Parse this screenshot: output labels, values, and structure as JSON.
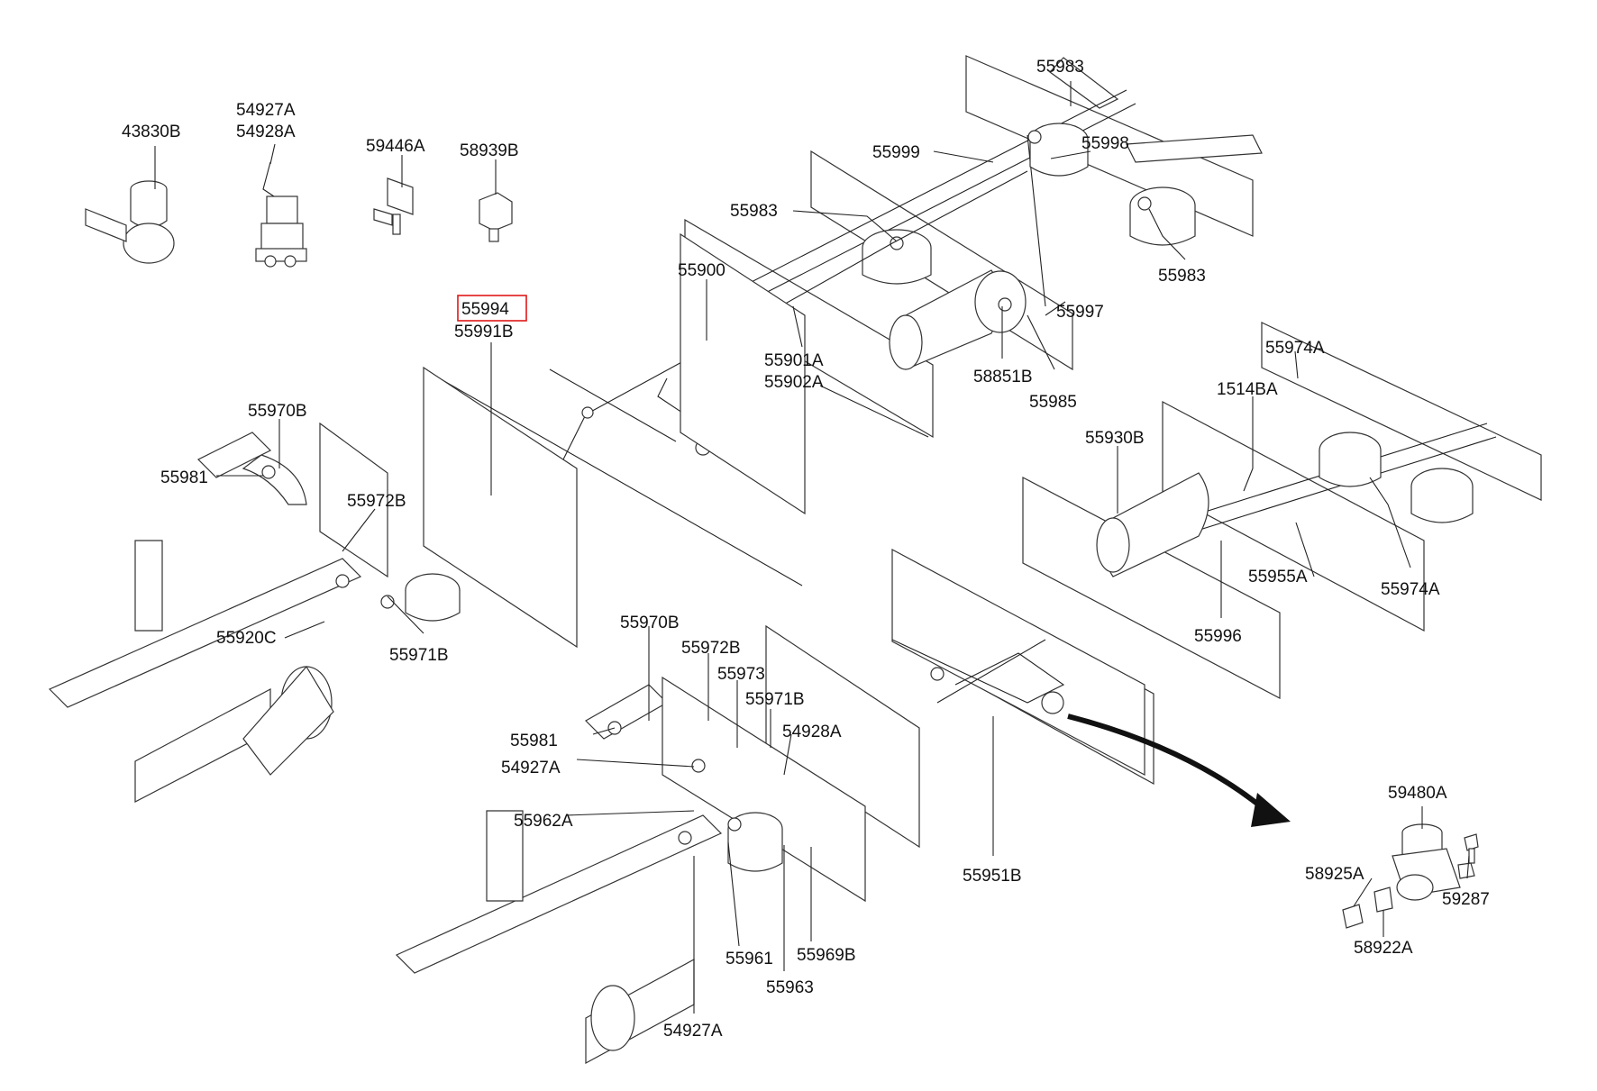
{
  "parts": [
    {
      "id": "p43830B",
      "label": "43830B"
    },
    {
      "id": "p54927A_top",
      "label": "54927A"
    },
    {
      "id": "p54928A_top",
      "label": "54928A"
    },
    {
      "id": "p59446A",
      "label": "59446A"
    },
    {
      "id": "p58939B",
      "label": "58939B"
    },
    {
      "id": "p55994",
      "label": "55994",
      "highlighted": true
    },
    {
      "id": "p55991B",
      "label": "55991B"
    },
    {
      "id": "p55983_a",
      "label": "55983"
    },
    {
      "id": "p55999",
      "label": "55999"
    },
    {
      "id": "p55998",
      "label": "55998"
    },
    {
      "id": "p55983_b",
      "label": "55983"
    },
    {
      "id": "p55983_c",
      "label": "55983"
    },
    {
      "id": "p55900",
      "label": "55900"
    },
    {
      "id": "p55997",
      "label": "55997"
    },
    {
      "id": "p55901A",
      "label": "55901A"
    },
    {
      "id": "p55902A",
      "label": "55902A"
    },
    {
      "id": "p58851B",
      "label": "58851B"
    },
    {
      "id": "p55985",
      "label": "55985"
    },
    {
      "id": "p55974A_a",
      "label": "55974A"
    },
    {
      "id": "p1514BA",
      "label": "1514BA"
    },
    {
      "id": "p55930B",
      "label": "55930B"
    },
    {
      "id": "p55970B_a",
      "label": "55970B"
    },
    {
      "id": "p55981_a",
      "label": "55981"
    },
    {
      "id": "p55972B_a",
      "label": "55972B"
    },
    {
      "id": "p55920C",
      "label": "55920C"
    },
    {
      "id": "p55971B_a",
      "label": "55971B"
    },
    {
      "id": "p55955A",
      "label": "55955A"
    },
    {
      "id": "p55974A_b",
      "label": "55974A"
    },
    {
      "id": "p55996",
      "label": "55996"
    },
    {
      "id": "p55970B_b",
      "label": "55970B"
    },
    {
      "id": "p55972B_b",
      "label": "55972B"
    },
    {
      "id": "p55973",
      "label": "55973"
    },
    {
      "id": "p55971B_b",
      "label": "55971B"
    },
    {
      "id": "p55981_b",
      "label": "55981"
    },
    {
      "id": "p54928A_b",
      "label": "54928A"
    },
    {
      "id": "p54927A_b",
      "label": "54927A"
    },
    {
      "id": "p55962A",
      "label": "55962A"
    },
    {
      "id": "p55951B",
      "label": "55951B"
    },
    {
      "id": "p59480A",
      "label": "59480A"
    },
    {
      "id": "p58925A",
      "label": "58925A"
    },
    {
      "id": "p59287",
      "label": "59287"
    },
    {
      "id": "p58922A",
      "label": "58922A"
    },
    {
      "id": "p55961",
      "label": "55961"
    },
    {
      "id": "p55969B",
      "label": "55969B"
    },
    {
      "id": "p55963",
      "label": "55963"
    },
    {
      "id": "p54927A_c",
      "label": "54927A"
    }
  ]
}
